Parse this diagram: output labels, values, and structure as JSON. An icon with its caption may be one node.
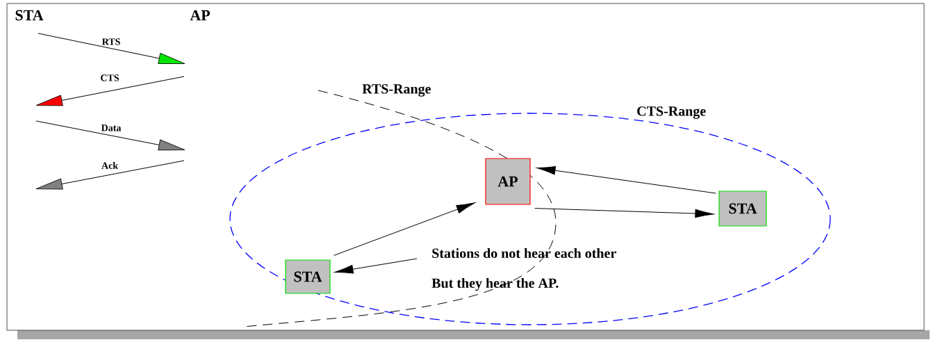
{
  "diagram": {
    "nodes": [
      {
        "text": [
          "AP"
        ]
      },
      {
        "text": [
          "STA"
        ]
      },
      {
        "text": [
          "STA"
        ]
      }
    ],
    "edges": [
      {
        "from": 1,
        "to": 0,
        "arrow": "to"
      },
      {
        "from": 2,
        "to": 0,
        "arrow": "to"
      },
      {
        "from": 0,
        "to": 2,
        "arrow": "to"
      },
      {
        "from": null,
        "to": 1,
        "arrow": "to"
      }
    ],
    "labels": [
      "STA",
      "AP",
      "RTS",
      "CTS",
      "Data",
      "Ack",
      "RTS-Range",
      "CTS-Range",
      "Stations do not hear each other",
      "But they hear the AP."
    ]
  }
}
